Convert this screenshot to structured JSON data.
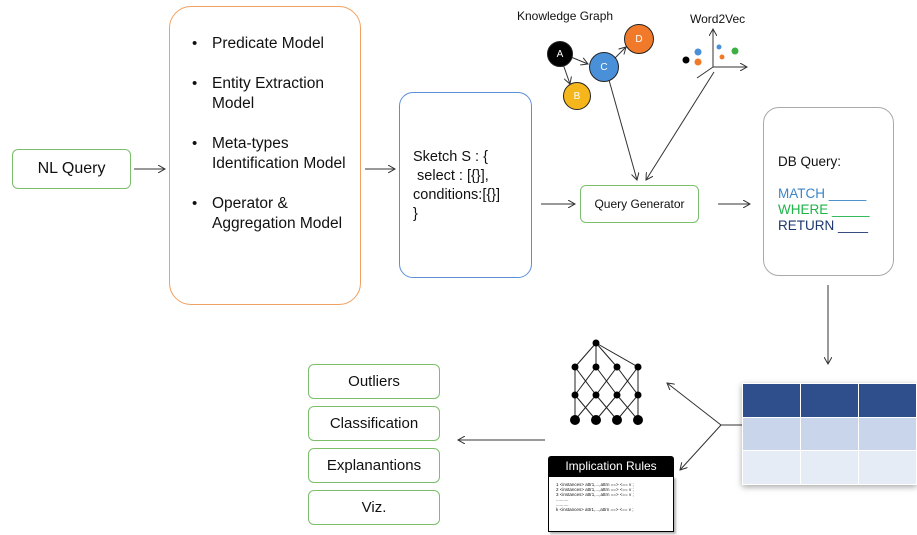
{
  "nl_query": {
    "label": "NL Query"
  },
  "models": {
    "items": [
      {
        "label": "Predicate Model"
      },
      {
        "label": "Entity Extraction Model"
      },
      {
        "label": "Meta-types Identification Model"
      },
      {
        "label": "Operator & Aggregation Model"
      }
    ]
  },
  "sketch": {
    "lines": [
      "Sketch S : {",
      " select : [{}],",
      "conditions:[{}]",
      "}"
    ]
  },
  "knowledge_graph": {
    "title": "Knowledge Graph",
    "nodes": [
      {
        "label": "A",
        "color": "#000000"
      },
      {
        "label": "B",
        "color": "#f5b61c"
      },
      {
        "label": "C",
        "color": "#4a90d9"
      },
      {
        "label": "D",
        "color": "#f07a2a"
      }
    ]
  },
  "word2vec": {
    "title": "Word2Vec",
    "point_colors": [
      "#000000",
      "#f07a2a",
      "#4a90d9",
      "#3cb043",
      "#4a90d9",
      "#f07a2a"
    ]
  },
  "query_generator": {
    "label": "Query Generator"
  },
  "db_query": {
    "title": "DB Query:",
    "clauses": [
      {
        "text": "MATCH _____",
        "color": "#3a86c8"
      },
      {
        "text": "WHERE _____",
        "color": "#1fb34a"
      },
      {
        "text": "RETURN ____",
        "color": "#1d3770"
      }
    ]
  },
  "results_table": {
    "header_color": "#2e4e8c",
    "row_colors": [
      "#c9d5ea",
      "#e6ecf5"
    ]
  },
  "implication_rules": {
    "title": "Implication Rules",
    "lines": [
      "1 <instances> attr1,...,attrn ==> <== v ;",
      "2 <instances> attr1,...,attrn ==> <== v ;",
      "3 <instances> attr1,...,attrn ==> <== v ;",
      "..........",
      "..........",
      "k <instances> attr1,...,attrn ==> <== v ;"
    ]
  },
  "outputs": [
    {
      "label": "Outliers"
    },
    {
      "label": "Classification"
    },
    {
      "label": "Explanantions"
    },
    {
      "label": "Viz."
    }
  ]
}
